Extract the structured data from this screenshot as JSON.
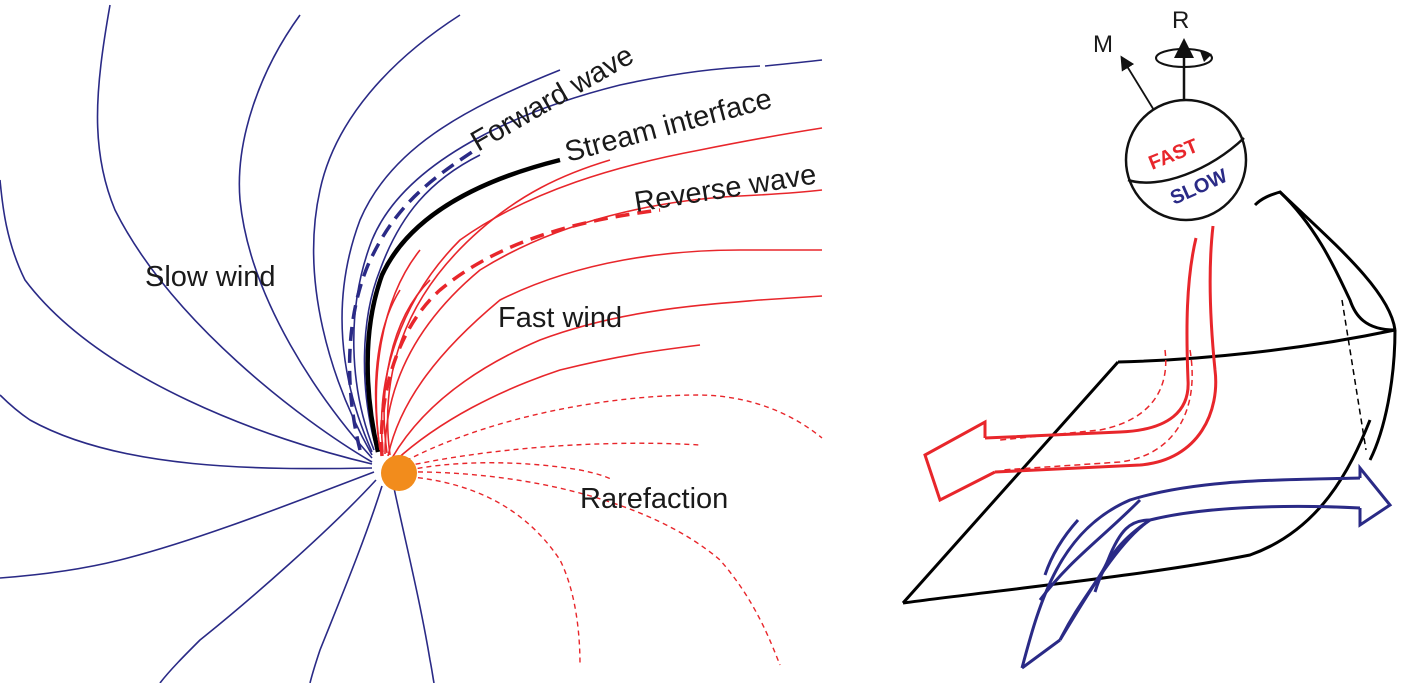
{
  "left_panel": {
    "labels": {
      "forward_wave": "Forward wave",
      "stream_interface": "Stream interface",
      "reverse_wave": "Reverse wave",
      "slow_wind": "Slow wind",
      "fast_wind": "Fast wind",
      "rarefaction": "Rarefaction"
    },
    "sun_color": "#f28c1c"
  },
  "right_panel": {
    "labels": {
      "m_axis": "M",
      "r_axis": "R",
      "fast": "FAST",
      "slow": "SLOW"
    }
  },
  "colors": {
    "slow": "#2a2a86",
    "fast": "#e8262b",
    "interface": "#000000",
    "sun": "#f28c1c"
  }
}
